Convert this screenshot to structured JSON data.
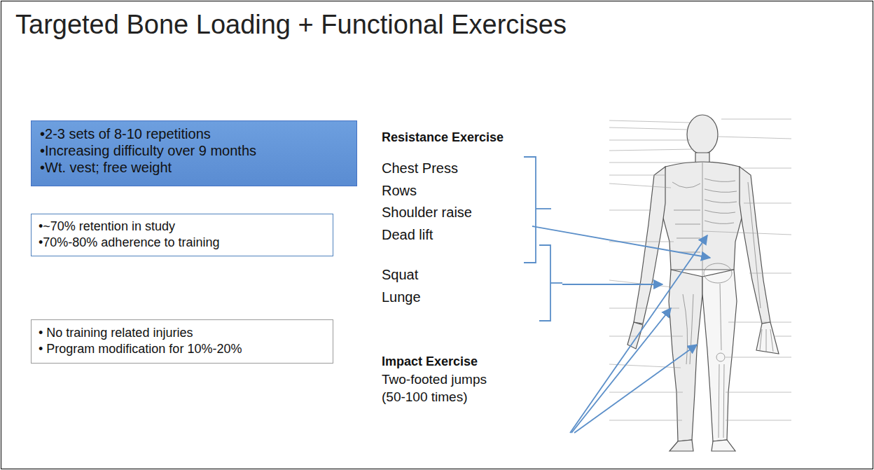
{
  "diagram": {
    "title": "Targeted Bone Loading + Functional Exercises",
    "nodes": [
      {
        "text": [
          "•2-3 sets of 8-10 repetitions",
          "•Increasing difficulty over 9 months",
          "•Wt. vest; free weight"
        ]
      },
      {
        "text": [
          "•~70% retention in study",
          "•70%-80% adherence to training"
        ]
      },
      {
        "text": [
          "• No training related injuries",
          "• Program modification for 10%-20%"
        ]
      }
    ],
    "labels": [
      "Resistance Exercise",
      "Chest Press",
      "Rows",
      "Shoulder raise",
      "Dead lift",
      "Squat",
      "Lunge",
      "Impact Exercise",
      "Two-footed jumps (50-100 times)"
    ]
  }
}
